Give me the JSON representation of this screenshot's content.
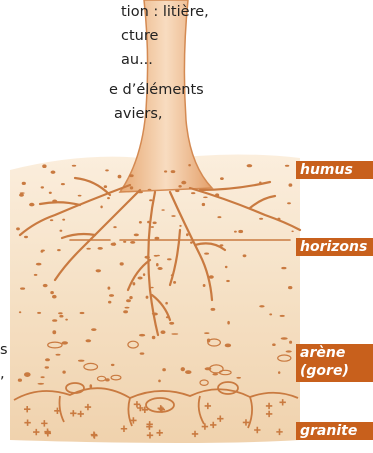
{
  "colors": {
    "label_bg": "#c8601c",
    "label_text": "#ffffff",
    "soil_fill": "#f3d9b8",
    "root_stroke": "#c97a40",
    "text": "#222222"
  },
  "text_fragments": [
    "tion : litière,",
    "cture",
    "au...",
    "e d’éléments",
    "aviers,",
    "s",
    ","
  ],
  "labels": {
    "humus": "humus",
    "horizons": "horizons",
    "arene_line1": "arène",
    "arene_line2": "(gore)",
    "granite": "granite"
  }
}
